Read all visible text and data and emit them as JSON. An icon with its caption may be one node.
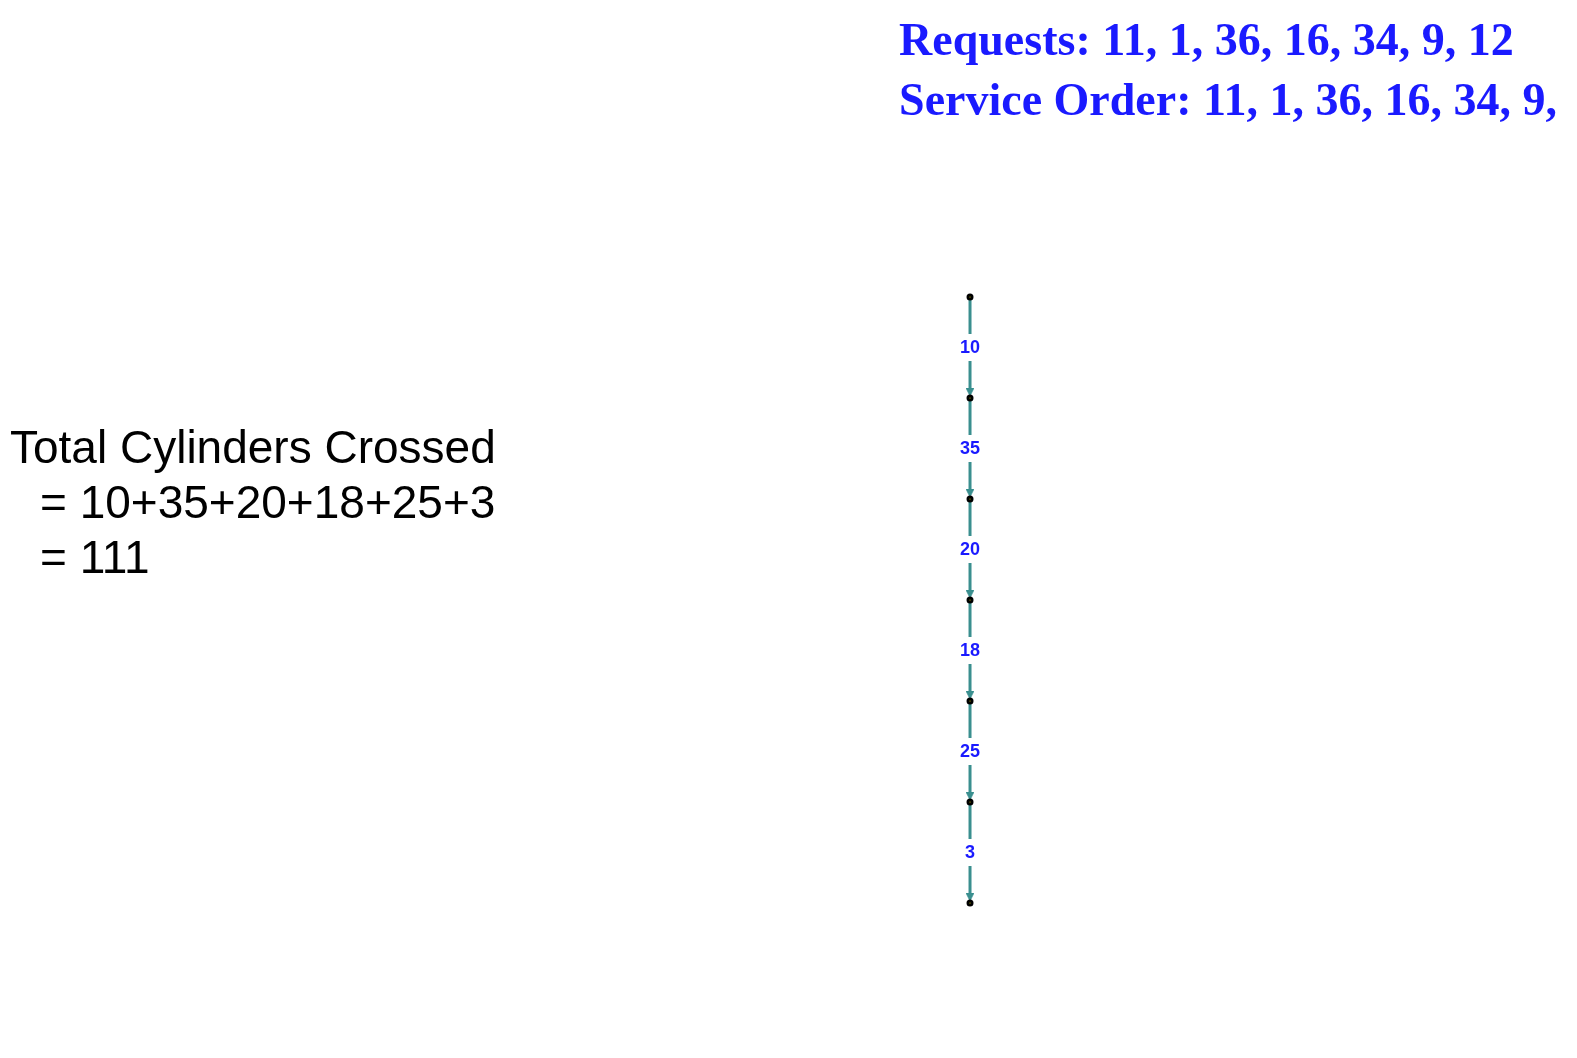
{
  "diagram": {
    "nodes": [
      {
        "text": [],
        "shape": "circle"
      },
      {
        "text": [],
        "shape": "circle"
      },
      {
        "text": [],
        "shape": "circle"
      },
      {
        "text": [],
        "shape": "circle"
      },
      {
        "text": [],
        "shape": "circle"
      },
      {
        "text": [],
        "shape": "circle"
      },
      {
        "text": [],
        "shape": "circle"
      }
    ],
    "edges": [
      {
        "from": 0,
        "to": 1,
        "label": "10",
        "arrow": "to"
      },
      {
        "from": 1,
        "to": 2,
        "label": "35",
        "arrow": "to"
      },
      {
        "from": 2,
        "to": 3,
        "label": "20",
        "arrow": "to"
      },
      {
        "from": 3,
        "to": 4,
        "label": "18",
        "arrow": "to"
      },
      {
        "from": 4,
        "to": 5,
        "label": "25",
        "arrow": "to"
      },
      {
        "from": 5,
        "to": 6,
        "label": "3",
        "arrow": "to"
      }
    ],
    "labels": [
      "Requests: 11, 1, 36, 16, 34, 9, 12",
      "Service Order: 11, 1, 36, 16, 34, 9,",
      "Total Cylinders Crossed",
      "= 10+35+20+18+25+3",
      "= 111"
    ]
  }
}
